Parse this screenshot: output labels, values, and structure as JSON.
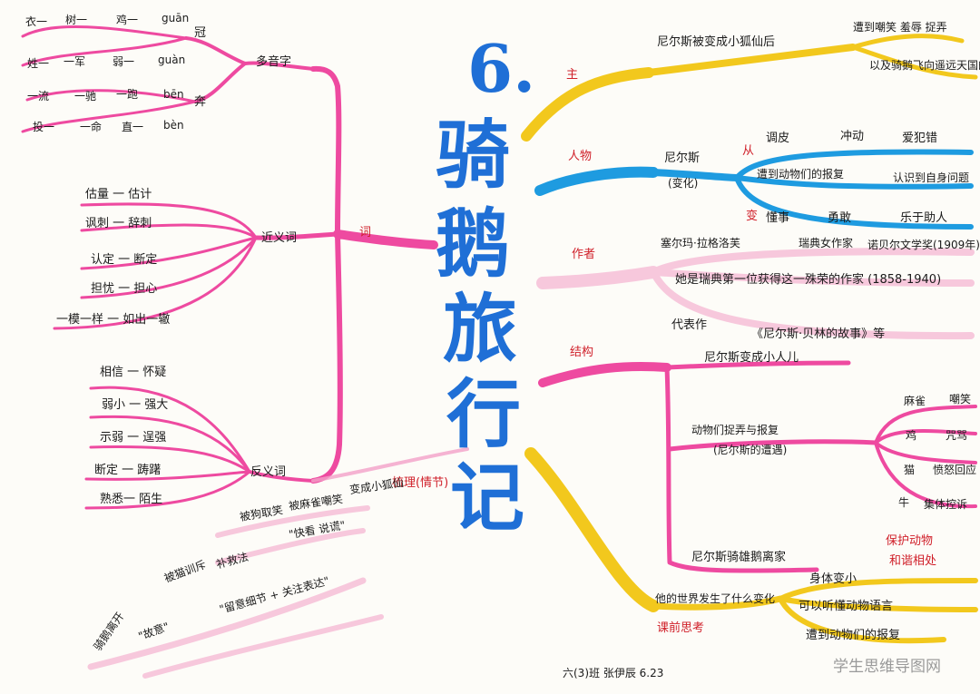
{
  "title": {
    "number": "6.",
    "chars": [
      "骑",
      "鹅",
      "旅",
      "行",
      "记"
    ]
  },
  "left": {
    "words_label": "词",
    "polyphonic": {
      "label": "多音字",
      "guan": {
        "char": "冠",
        "rows": [
          "衣一",
          "树一",
          "鸡一",
          "guān",
          "姓一",
          "一军",
          "弱一",
          "guàn"
        ]
      },
      "ben": {
        "char": "奔",
        "rows": [
          "一流",
          "一驰",
          "一跑",
          "bēn",
          "投一",
          "一命",
          "直一",
          "bèn"
        ]
      }
    },
    "synonyms": {
      "label": "近义词",
      "items": [
        "估量 一 估计",
        "讽刺 一 辞刺",
        "认定 一 断定",
        "担忧 一 担心",
        "一模一样 一 如出一辙"
      ]
    },
    "antonyms": {
      "label": "反义词",
      "items": [
        "相信 一 怀疑",
        "弱小 一 强大",
        "示弱 一 逞强",
        "断定 一 踌躇",
        "熟悉一 陌生"
      ]
    },
    "plot": {
      "label": "梳理(情节)",
      "steps": [
        "被狗取笑",
        "被麻雀嘲笑",
        "变成小狐仙",
        "被猫训斥",
        "补救法",
        "\"故意\"",
        "\"快看 说谎\"",
        "骑鹅离开",
        "\"留意细节 + 关注表达\""
      ]
    }
  },
  "right": {
    "main_branch": {
      "label": "主",
      "text": "尼尔斯被变成小狐仙后",
      "sub": [
        "遭到嘲笑 羞辱 捉弄",
        "以及骑鹅飞向遥远天国的故事"
      ]
    },
    "character": {
      "label": "人物",
      "name": "尼尔斯",
      "sub": "(变化)",
      "before_label": "从",
      "before": [
        "调皮",
        "冲动",
        "爱犯错"
      ],
      "mid": [
        "遭到动物们的报复",
        "认识到自身问题"
      ],
      "after_label": "变",
      "after": [
        "懂事",
        "勇敢",
        "乐于助人"
      ]
    },
    "author": {
      "label": "作者",
      "name": "塞尔玛·拉格洛芙",
      "country": "瑞典女作家",
      "prize": "诺贝尔文学奖(1909年)",
      "desc": "她是瑞典第一位获得这一殊荣的作家 (1858-1940)",
      "works_label": "代表作",
      "works": "《尼尔斯·贝林的故事》等"
    },
    "structure": {
      "label": "结构",
      "items": [
        "尼尔斯变成小人儿",
        "动物们捉弄与报复",
        "(尼尔斯的遭遇)",
        "尼尔斯骑雄鹅离家"
      ],
      "animals": [
        {
          "name": "麻雀",
          "action": "嘲笑"
        },
        {
          "name": "鸡",
          "action": "咒骂"
        },
        {
          "name": "猫",
          "action": "愤怒回应"
        },
        {
          "name": "牛",
          "action": "集体控诉"
        }
      ],
      "moral": [
        "保护动物",
        "和谐相处"
      ]
    },
    "reflection": {
      "label": "课前思考",
      "question": "他的世界发生了什么变化",
      "answers": [
        "身体变小",
        "可以听懂动物语言",
        "遭到动物们的报复"
      ]
    }
  },
  "footer": {
    "signature": "六(3)班 张伊辰 6.23",
    "watermark": "学生思维导图网"
  }
}
